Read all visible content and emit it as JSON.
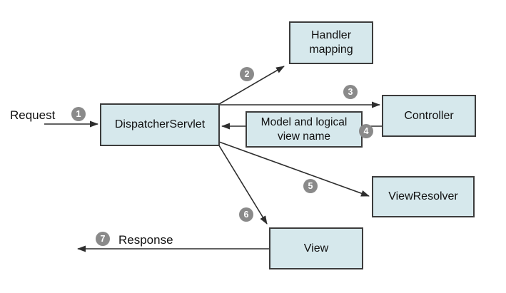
{
  "theme": {
    "background": "#ffffff",
    "box_fill": "#d6e8ec",
    "box_border": "#3c3c3c",
    "line_color": "#2e2e2e",
    "badge_fill": "#8a8a8a",
    "badge_text": "#ffffff",
    "text_color": "#111111"
  },
  "nodes": {
    "dispatcher_servlet": {
      "label": "DispatcherServlet"
    },
    "handler_mapping": {
      "label": "Handler mapping"
    },
    "controller": {
      "label": "Controller"
    },
    "model_and_logical_view_name": {
      "label": "Model and logical view name"
    },
    "view_resolver": {
      "label": "ViewResolver"
    },
    "view": {
      "label": "View"
    }
  },
  "flow_labels": {
    "request": "Request",
    "response": "Response"
  },
  "steps": [
    "1",
    "2",
    "3",
    "4",
    "5",
    "6",
    "7"
  ]
}
